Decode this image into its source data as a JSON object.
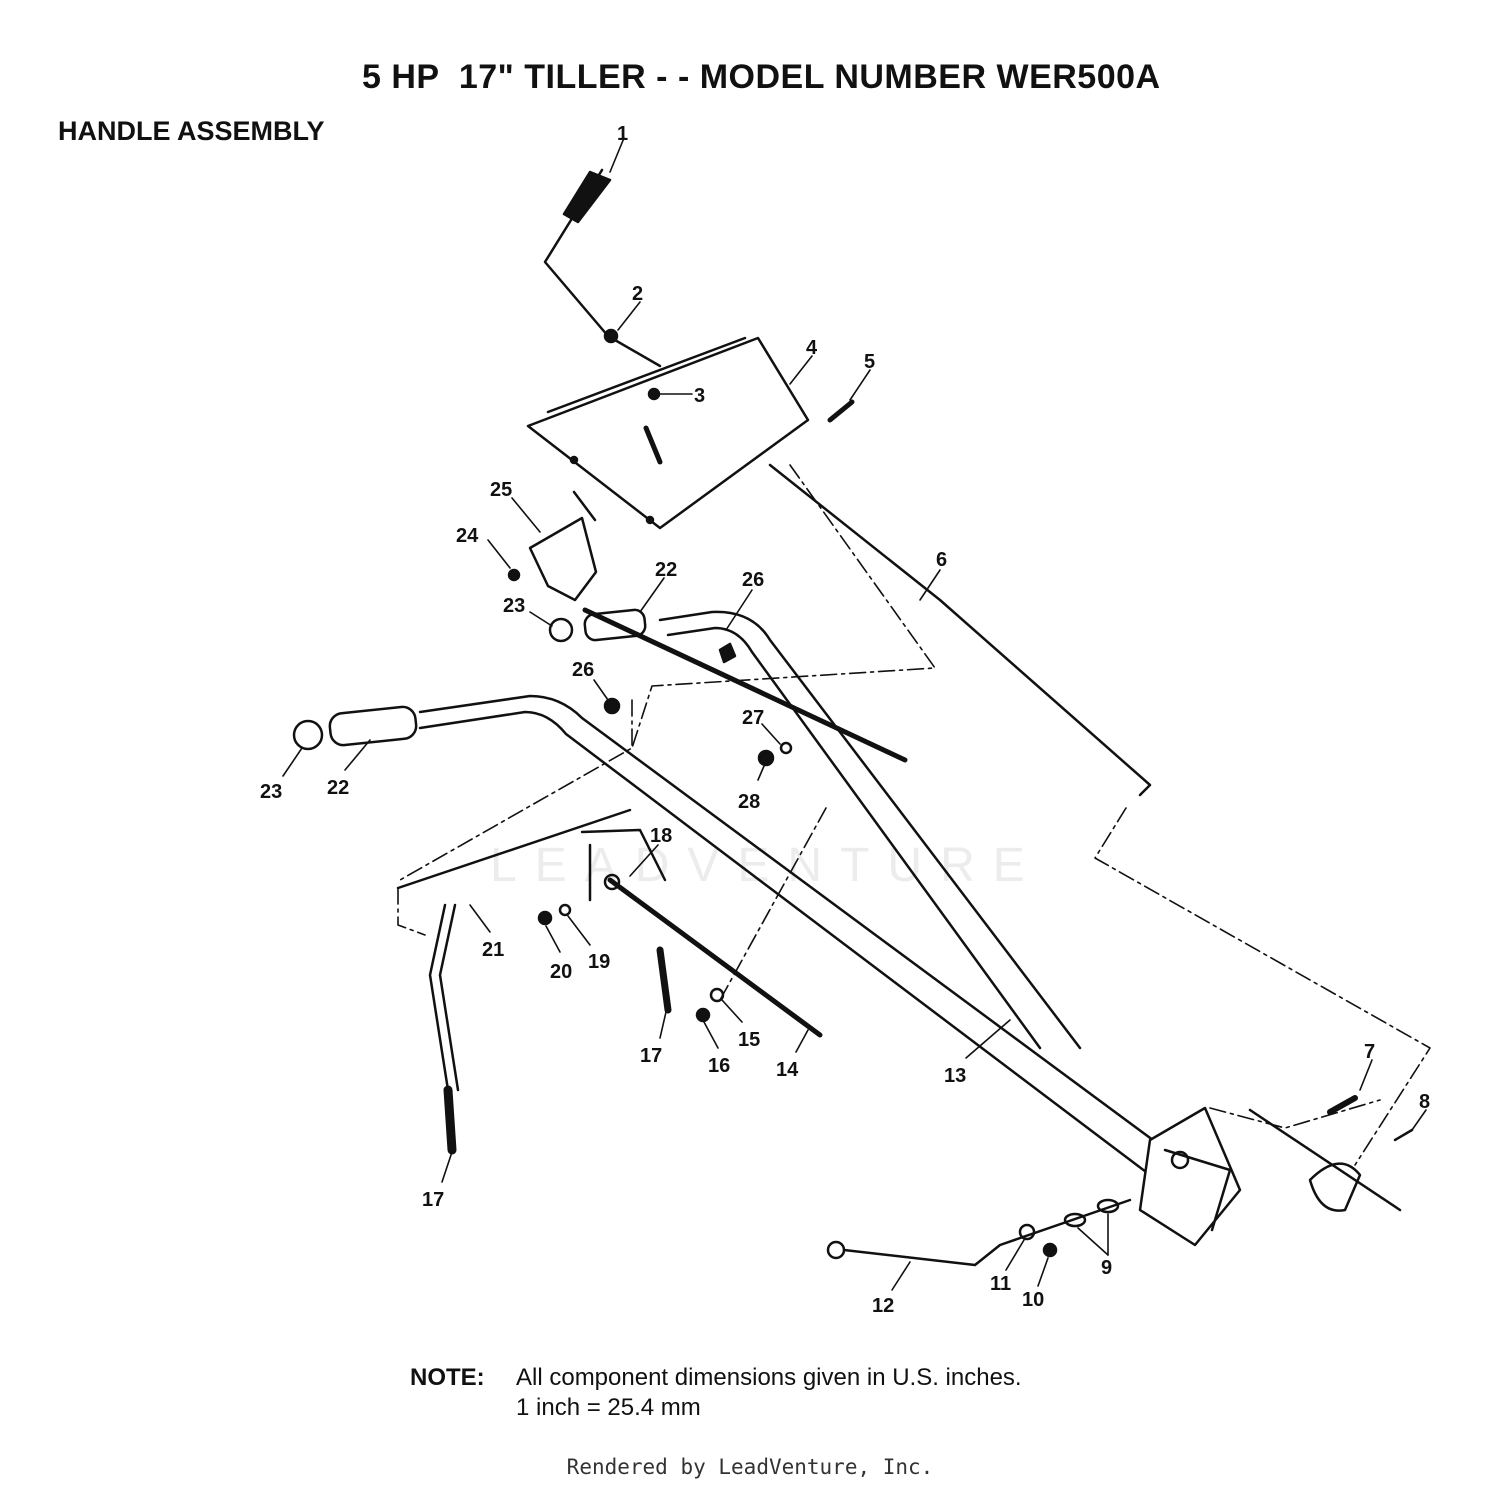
{
  "title": "5 HP  17\" TILLER - - MODEL NUMBER WER500A",
  "subtitle": "HANDLE ASSEMBLY",
  "watermark": "LEADVENTURE",
  "callouts": [
    "1",
    "2",
    "3",
    "4",
    "5",
    "25",
    "24",
    "22",
    "26",
    "23",
    "6",
    "26",
    "27",
    "28",
    "23",
    "22",
    "18",
    "21",
    "20",
    "19",
    "17",
    "15",
    "16",
    "14",
    "13",
    "17",
    "7",
    "8",
    "9",
    "11",
    "10",
    "12"
  ],
  "note": {
    "label": "NOTE:",
    "line1": "All component dimensions given in U.S. inches.",
    "line2": "1 inch = 25.4 mm"
  },
  "footer": "Rendered by LeadVenture, Inc."
}
